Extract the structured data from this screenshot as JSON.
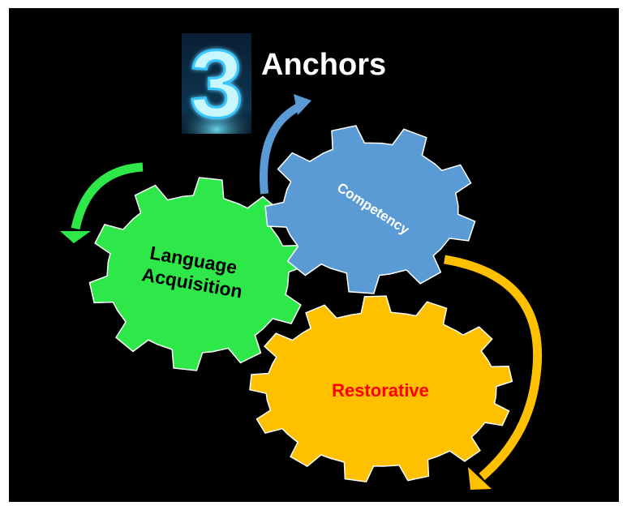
{
  "logo": {
    "digit": "3"
  },
  "title": "Anchors",
  "gears": [
    {
      "label_lines": [
        "Language",
        "Acquisition"
      ],
      "fill": "#2ee84a",
      "text_color": "#000000"
    },
    {
      "label_lines": [
        "Competency"
      ],
      "fill": "#5b9bd5",
      "text_color": "#ffffff"
    },
    {
      "label_lines": [
        "Restorative"
      ],
      "fill": "#ffc000",
      "text_color": "#ff0000"
    }
  ],
  "arrows": {
    "green": "#2ee84a",
    "blue": "#5b9bd5",
    "orange": "#ffc000"
  },
  "colors": {
    "background": "#000000",
    "page": "#ffffff",
    "title": "#ffffff"
  }
}
